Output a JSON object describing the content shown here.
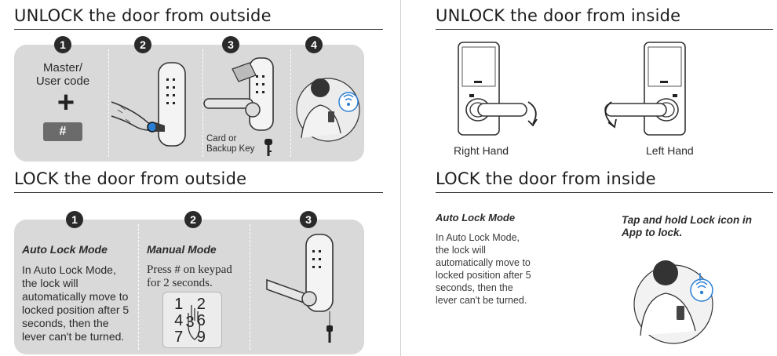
{
  "left": {
    "unlock_outside": {
      "heading": "UNLOCK the door from outside",
      "steps": [
        "1",
        "2",
        "3",
        "4"
      ],
      "step1_code_label": "Master/\nUser code",
      "step1_plus": "+",
      "step1_key": "#",
      "step3_caption": "Card or\nBackup Key"
    },
    "lock_outside": {
      "heading": "LOCK the door from outside",
      "steps": [
        "1",
        "2",
        "3"
      ],
      "auto_title": "Auto Lock Mode",
      "auto_text": "In Auto Lock Mode,\nthe lock will\nautomatically move to\nlocked position after 5\nseconds, then the\nlever can't be turned.",
      "manual_title": "Manual Mode",
      "manual_text": "Press # on keypad\nfor 2 seconds.",
      "keypad_rows": [
        "1 2 3",
        "4  6",
        "7  9"
      ]
    }
  },
  "right": {
    "unlock_inside": {
      "heading": "UNLOCK the door from inside",
      "right_hand_label": "Right Hand",
      "left_hand_label": "Left Hand"
    },
    "lock_inside": {
      "heading": "LOCK the door from inside",
      "auto_title": "Auto Lock Mode",
      "auto_text": "In Auto Lock Mode,\nthe lock will\nautomatically move to\nlocked position after 5\nseconds, then the\nlever can't be turned.",
      "app_title": "Tap and hold Lock icon in\nApp to lock."
    }
  },
  "colors": {
    "panel": "#d9d9d9",
    "badge": "#2a2a2a",
    "accent_blue": "#2a7fd4"
  }
}
